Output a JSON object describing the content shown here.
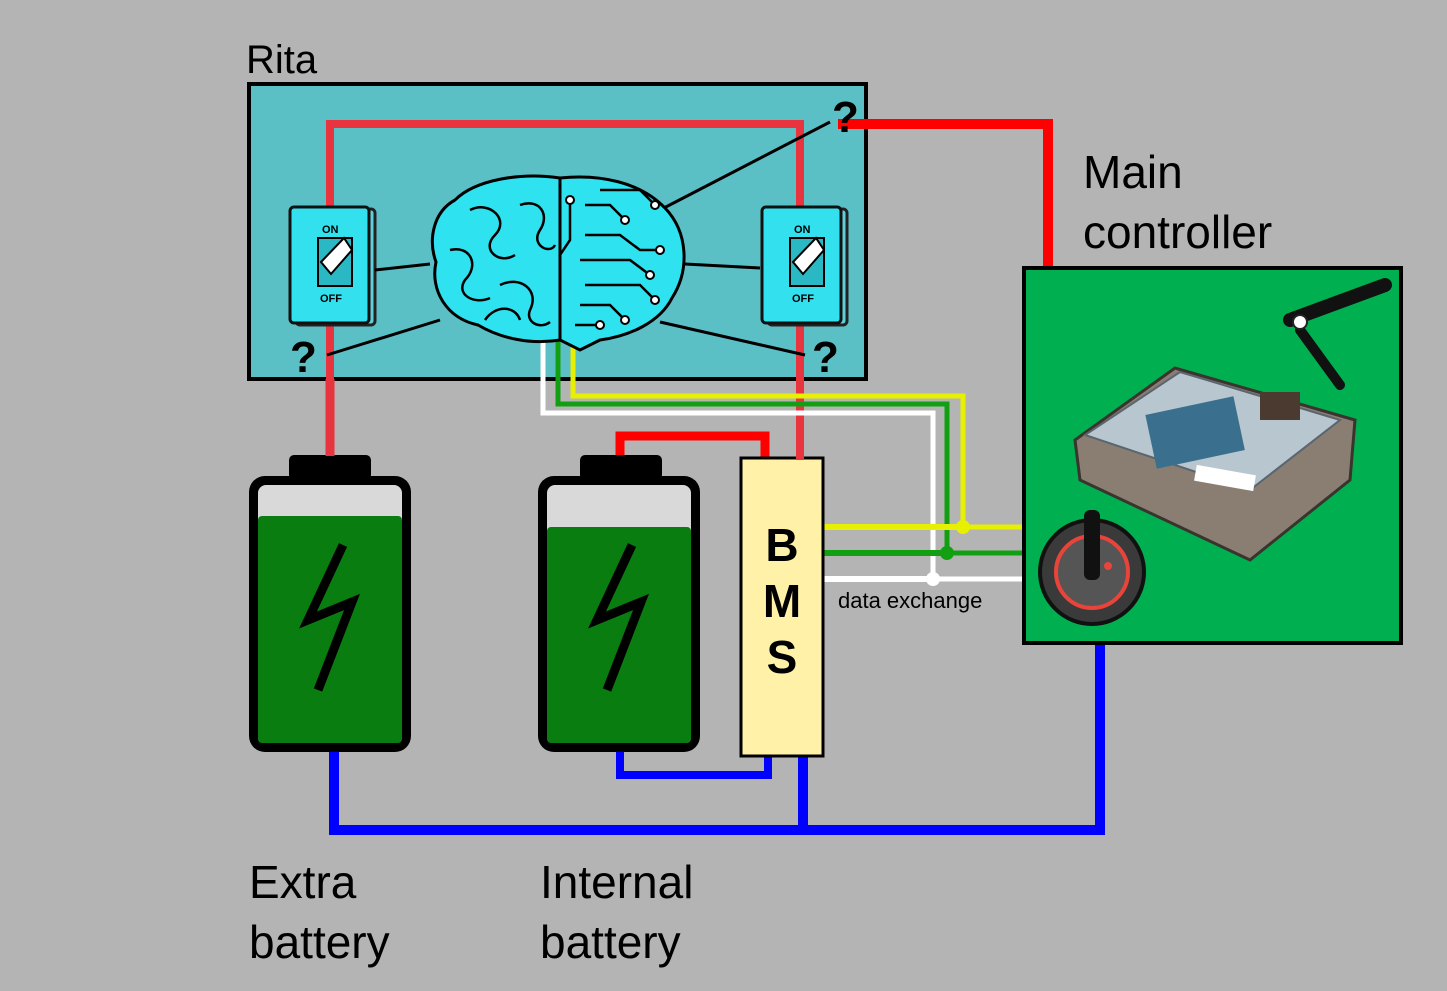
{
  "rita": {
    "title": "Rita",
    "question_mark": "?"
  },
  "switches": {
    "on_label": "ON",
    "off_label": "OFF"
  },
  "controller": {
    "title_line1": "Main",
    "title_line2": "controller"
  },
  "bms": {
    "letters": [
      "B",
      "M",
      "S"
    ]
  },
  "data_link": {
    "label": "data exchange"
  },
  "batteries": {
    "extra": {
      "line1": "Extra",
      "line2": "battery"
    },
    "internal": {
      "line1": "Internal",
      "line2": "battery"
    }
  },
  "colors": {
    "background": "#b4b4b4",
    "rita_box": "#5bbfc6",
    "controller_box": "#00b050",
    "battery_fill": "#0a7d10",
    "battery_cap": "#d9d9d9",
    "bms_box": "#fff2a8",
    "positive_wire": "#ff0000",
    "negative_wire": "#0000ff",
    "data_yellow": "#e6f000",
    "data_green": "#12a012",
    "data_white": "#ffffff"
  }
}
